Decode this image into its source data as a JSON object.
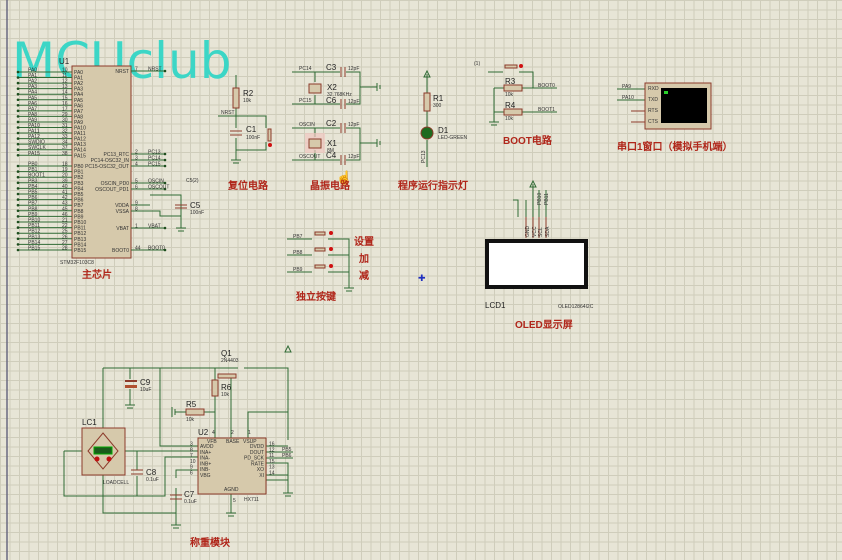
{
  "logo": "MCUclub",
  "mcu": {
    "ref": "U1",
    "part": "STM32F103C8",
    "title": "主芯片",
    "pa_pins": [
      [
        "PA0",
        "10"
      ],
      [
        "PA1",
        "11"
      ],
      [
        "PA2",
        "12"
      ],
      [
        "PA3",
        "13"
      ],
      [
        "PA4",
        "14"
      ],
      [
        "PA5",
        "15"
      ],
      [
        "PA6",
        "16"
      ],
      [
        "PA7",
        "17"
      ],
      [
        "PA8",
        "29"
      ],
      [
        "PA9",
        "30"
      ],
      [
        "PA10",
        "31"
      ],
      [
        "PA11",
        "32"
      ],
      [
        "PA12",
        "33"
      ],
      [
        "PA13",
        "34"
      ],
      [
        "PA14",
        "37"
      ],
      [
        "PA15",
        "38"
      ]
    ],
    "pa_nets": [
      "PA0",
      "PA1",
      "PA2",
      "PA3",
      "PA4",
      "PA5",
      "PA6",
      "PA7",
      "PA8",
      "PA9",
      "PA10",
      "PA11",
      "PA12",
      "SWDIO",
      "SWCLK",
      "PA15"
    ],
    "pb_pins": [
      [
        "PB0",
        "18"
      ],
      [
        "PB1",
        "19"
      ],
      [
        "PB2",
        "20"
      ],
      [
        "PB3",
        "39"
      ],
      [
        "PB4",
        "40"
      ],
      [
        "PB5",
        "41"
      ],
      [
        "PB6",
        "42"
      ],
      [
        "PB7",
        "43"
      ],
      [
        "PB8",
        "45"
      ],
      [
        "PB9",
        "46"
      ],
      [
        "PB10",
        "21"
      ],
      [
        "PB11",
        "22"
      ],
      [
        "PB12",
        "25"
      ],
      [
        "PB13",
        "26"
      ],
      [
        "PB14",
        "27"
      ],
      [
        "PB15",
        "28"
      ]
    ],
    "pb_nets": [
      "PB0",
      "PB1",
      "BOOT1",
      "PB3",
      "PB4",
      "PB5",
      "PB6",
      "PB7",
      "PB8",
      "PB9",
      "PB10",
      "PB11",
      "PB12",
      "PB13",
      "PB14",
      "PB15"
    ],
    "right_pins": [
      [
        "NRST",
        "7",
        "NRST"
      ],
      [
        "PC13_RTC",
        "2",
        "PC13"
      ],
      [
        "PC14-OSC32_IN",
        "3",
        "PC14"
      ],
      [
        "PC15-OSC32_OUT",
        "4",
        "PC15"
      ],
      [
        "OSCIN_PD0",
        "5",
        "OSCIN"
      ],
      [
        "OSCOUT_PD1",
        "6",
        "OSCOUT"
      ],
      [
        "VDDA",
        "9",
        ""
      ],
      [
        "VSSA",
        "8",
        ""
      ],
      [
        "VBAT",
        "1",
        "VBAT"
      ],
      [
        "BOOT0",
        "44",
        "BOOT0"
      ]
    ],
    "c5": {
      "ref": "C5",
      "value": "100nF"
    },
    "probe": "C5(2)"
  },
  "reset": {
    "title": "复位电路",
    "r2": "R2",
    "r2v": "10k",
    "net": "NRST",
    "c1": "C1",
    "c1v": "100nF"
  },
  "crystal": {
    "title": "晶振电路",
    "pc14": "PC14",
    "pc15": "PC15",
    "oscin": "OSCIN",
    "oscout": "OSCOUT",
    "c3": "C3",
    "c6": "C6",
    "c2": "C2",
    "c4": "C4",
    "cap_value": "12pF",
    "x2": "X2",
    "x2v": "32.768KHz",
    "x1": "X1",
    "x1v": "8M"
  },
  "led": {
    "title": "程序运行指示灯",
    "r1": "R1",
    "r1v": "300",
    "d1": "D1",
    "d1v": "LED-GREEN",
    "net": "PC13"
  },
  "boot": {
    "title": "BOOT电路",
    "r3": "R3",
    "r4": "R4",
    "rv": "10k",
    "boot0": "BOOT0",
    "boot1": "BOOT1",
    "probe": "(1)"
  },
  "terminal": {
    "title": "串口1窗口（模拟手机端）",
    "pins": [
      "RXD",
      "TXD",
      "RTS",
      "CTS"
    ],
    "pa9": "PA9",
    "pa10": "PA10"
  },
  "keys": {
    "title": "独立按键",
    "nets": [
      "PB7",
      "PB8",
      "PB9"
    ],
    "labels": [
      "设置",
      "加",
      "减"
    ]
  },
  "oled": {
    "title": "OLED显示屏",
    "ref": "LCD1",
    "part": "OLED12864I2C",
    "pins": [
      "GND",
      "VCC",
      "SCL",
      "SDA"
    ],
    "nets": [
      "PB10",
      "PB11"
    ]
  },
  "weigh": {
    "title": "称重模块",
    "q1": "Q1",
    "q1v": "2N4403",
    "c9": "C9",
    "c9v": "10uF",
    "r6": "R6",
    "r6v": "10k",
    "r5": "R5",
    "r5v": "10k",
    "lc1": "LC1",
    "lc1v": "LOADCELL",
    "u2": "U2",
    "u2v": "HX711",
    "c8": "C8",
    "c8v": "0.1uF",
    "c7": "C7",
    "c7v": "0.1uF",
    "u2_left": [
      [
        "AVDD",
        "3"
      ],
      [
        "INA+",
        "8"
      ],
      [
        "INA-",
        "7"
      ],
      [
        "INB+",
        "10"
      ],
      [
        "INB-",
        "9"
      ],
      [
        "VBG",
        "6"
      ]
    ],
    "u2_top": [
      [
        "VFB",
        "4"
      ],
      [
        "BASE",
        "2"
      ],
      [
        "VSUP",
        "1"
      ]
    ],
    "u2_right": [
      [
        "DVDD",
        "16"
      ],
      [
        "DOUT",
        "12"
      ],
      [
        "PD_SCK",
        "11"
      ],
      [
        "RATE",
        "15"
      ],
      [
        "XO",
        "13"
      ],
      [
        "XI",
        "14"
      ]
    ],
    "u2_bottom": [
      "AGND",
      "5"
    ],
    "nets": [
      "PB5",
      "PB6"
    ]
  }
}
